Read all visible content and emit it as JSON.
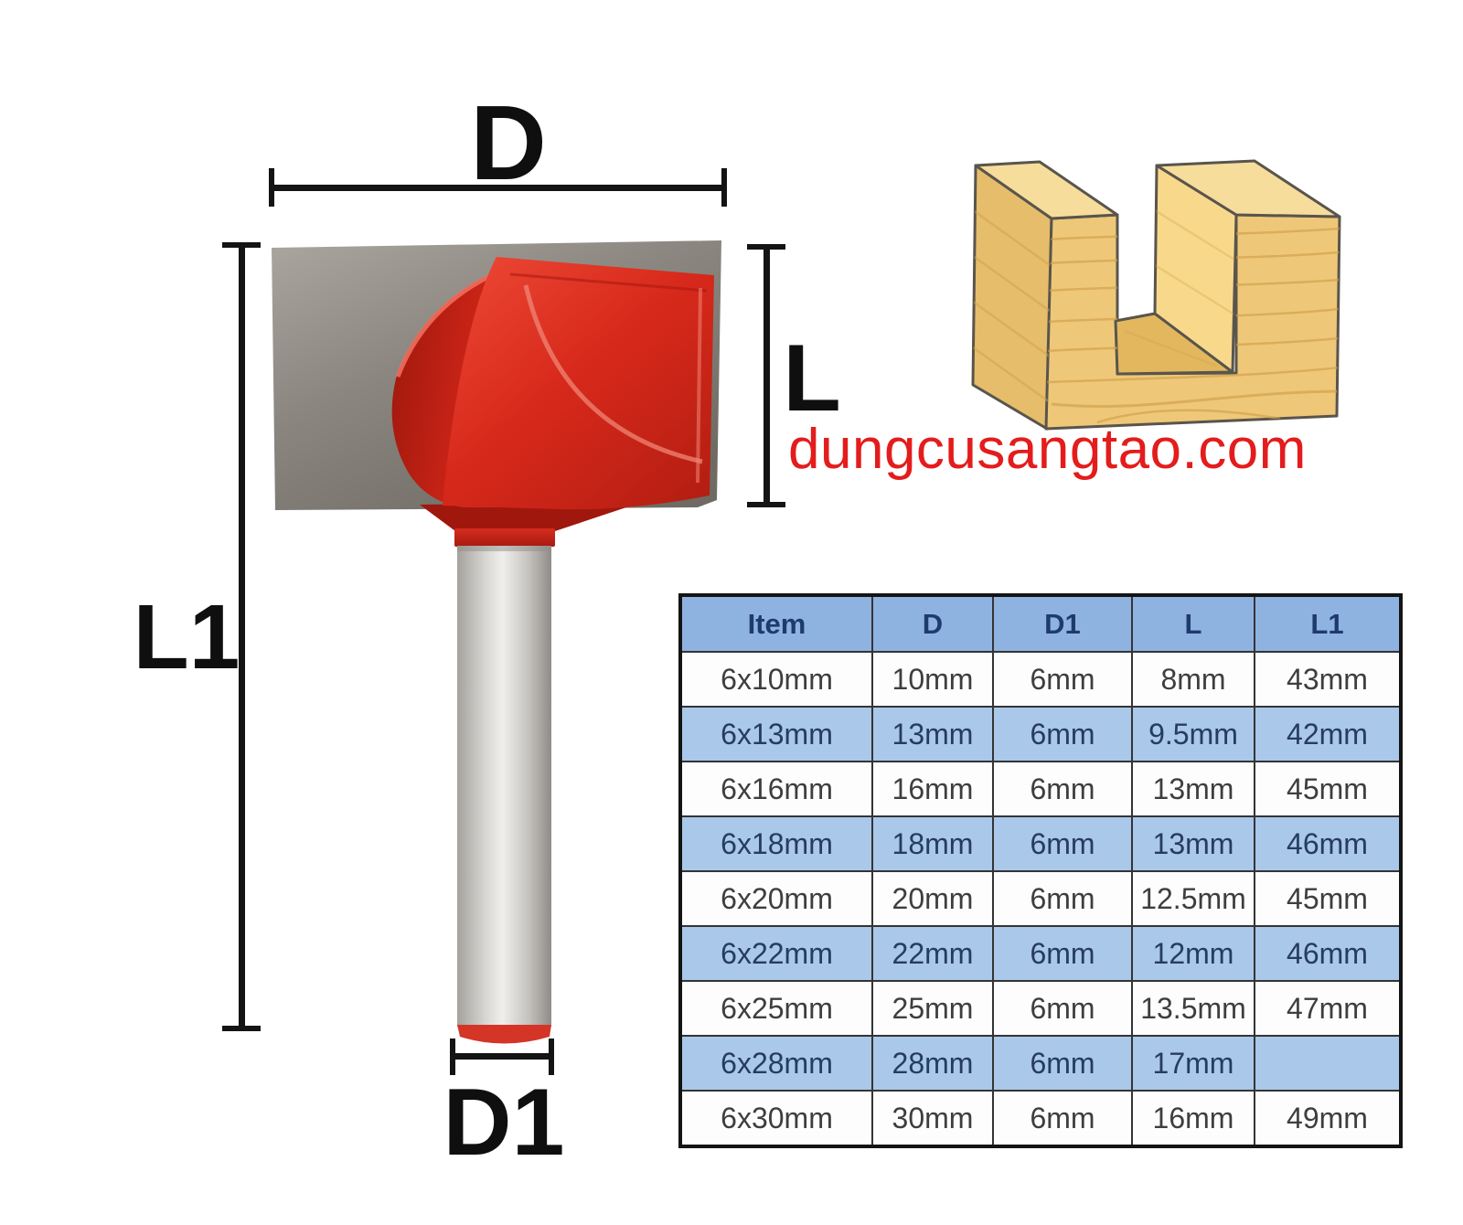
{
  "watermark": {
    "text": "dungcusangtao.com"
  },
  "diagram": {
    "labels": {
      "d": "D",
      "l": "L",
      "l1": "L1",
      "d1": "D1"
    }
  },
  "table": {
    "headers": [
      "Item",
      "D",
      "D1",
      "L",
      "L1"
    ],
    "rows": [
      [
        "6x10mm",
        "10mm",
        "6mm",
        "8mm",
        "43mm"
      ],
      [
        "6x13mm",
        "13mm",
        "6mm",
        "9.5mm",
        "42mm"
      ],
      [
        "6x16mm",
        "16mm",
        "6mm",
        "13mm",
        "45mm"
      ],
      [
        "6x18mm",
        "18mm",
        "6mm",
        "13mm",
        "46mm"
      ],
      [
        "6x20mm",
        "20mm",
        "6mm",
        "12.5mm",
        "45mm"
      ],
      [
        "6x22mm",
        "22mm",
        "6mm",
        "12mm",
        "46mm"
      ],
      [
        "6x25mm",
        "25mm",
        "6mm",
        "13.5mm",
        "47mm"
      ],
      [
        "6x28mm",
        "28mm",
        "6mm",
        "17mm",
        ""
      ],
      [
        "6x30mm",
        "30mm",
        "6mm",
        "16mm",
        "49mm"
      ]
    ]
  },
  "colors": {
    "watermark_red": "#e41c1c",
    "bit_red": "#d7291b",
    "blade_gray": "#8b8780",
    "dimension_black": "#141414",
    "wood_light": "#f2d48c",
    "table_header_bg": "#8fb3e0",
    "table_alt_row_bg": "#a9c8ea",
    "table_header_text": "#1e3a6e",
    "table_text": "#3e3e3e",
    "table_alt_text": "#273b61"
  }
}
